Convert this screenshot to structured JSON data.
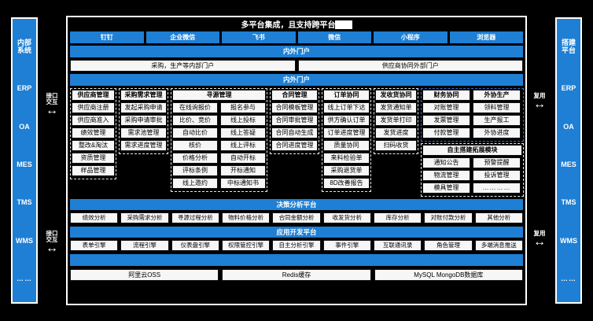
{
  "title": "多平台集成，且支持跨平台",
  "colors": {
    "brand_blue": "#1E7FD4",
    "panel_bg": "#000000",
    "cell_bg": "#f6f6f6"
  },
  "left_sidebar": {
    "items": [
      {
        "label": "内部\n系统"
      },
      {
        "label": "ERP"
      },
      {
        "label": "OA"
      },
      {
        "label": "MES"
      },
      {
        "label": "TMS"
      },
      {
        "label": "WMS"
      },
      {
        "label": "……"
      }
    ]
  },
  "right_sidebar": {
    "items": [
      {
        "label": "搭建\n平台"
      },
      {
        "label": "ERP"
      },
      {
        "label": "OA"
      },
      {
        "label": "MES"
      },
      {
        "label": "TMS"
      },
      {
        "label": "WMS"
      },
      {
        "label": "……"
      }
    ]
  },
  "connectors": {
    "left_top": {
      "label": "接口\n交互",
      "arrow": "↔"
    },
    "left_bottom": {
      "label": "接口\n交互",
      "arrow": "↔"
    },
    "right_top": {
      "label": "复用",
      "arrow": "↔"
    },
    "right_bottom": {
      "label": "复用",
      "arrow": "↔"
    }
  },
  "platforms": [
    "钉钉",
    "企业微信",
    "飞书",
    "微信",
    "小程序",
    "浏览器"
  ],
  "portal_bar_1": "内外门户",
  "portals": [
    "采购，生产等内部门户",
    "供应商协同外部门户"
  ],
  "portal_bar_2": "内外门户",
  "modules": [
    {
      "header": "供应商管理",
      "columns": [
        [
          "供应商注册",
          "供应商准入",
          "绩效管理",
          "整改&淘汰",
          "资质管理",
          "样品管理"
        ]
      ]
    },
    {
      "header": "采购需求管理",
      "columns": [
        [
          "发起采购申请",
          "采购申请审批",
          "需求池管理",
          "需求进度管理"
        ]
      ]
    },
    {
      "header": "寻源管理",
      "columns": [
        [
          "在线询报价",
          "比价、竞价",
          "自动比价",
          "核价",
          "价格分析",
          "评标条例",
          "线上邀约"
        ],
        [
          "报名参与",
          "线上投标",
          "线上答疑",
          "线上评标",
          "自动开标",
          "开标通知",
          "中标通知书"
        ]
      ]
    },
    {
      "header": "合同管理",
      "columns": [
        [
          "合同模板管理",
          "合同审批管理",
          "合同自动生成",
          "合同进度管理"
        ]
      ]
    },
    {
      "header": "订单协同",
      "columns": [
        [
          "线上订单下达",
          "供方确认订单",
          "订单进度管理",
          "质量协同",
          "来料检验单",
          "采购退货单",
          "8D改善报告"
        ]
      ]
    },
    {
      "header": "发收货协同",
      "columns": [
        [
          "发货通知单",
          "发货单打印",
          "发货进度",
          "扫码收货"
        ]
      ]
    }
  ],
  "right_modules": [
    {
      "header": "财务协同",
      "columns": [
        [
          "对账管理",
          "发票管理",
          "付款管理"
        ]
      ]
    },
    {
      "header": "外协生产",
      "columns": [
        [
          "领料管理",
          "生产报工",
          "外协进度"
        ]
      ]
    }
  ],
  "extension": {
    "header": "自主搭建拓展模块",
    "columns": [
      [
        "通知公告",
        "物流管理",
        "模具管理"
      ],
      [
        "预警提醒",
        "投诉管理",
        "…………"
      ]
    ]
  },
  "decision": {
    "label": "决策分析平台",
    "items": [
      "绩效分析",
      "采购需求分析",
      "寻源过程分析",
      "物料价格分析",
      "合同金额分析",
      "收发货分析",
      "库存分析",
      "对账付款分析",
      "其他分析"
    ]
  },
  "appdev": {
    "label": "应用开发平台",
    "items": [
      "表单引擎",
      "流程引擎",
      "仪表盘引擎",
      "权限管控引擎",
      "自主分析引擎",
      "事件引擎",
      "互联通讯录",
      "角色管理",
      "多端消息推送"
    ]
  },
  "base_bar": "",
  "base": [
    "阿里云OSS",
    "Redis缓存",
    "MySQL MongoDB数据库"
  ]
}
